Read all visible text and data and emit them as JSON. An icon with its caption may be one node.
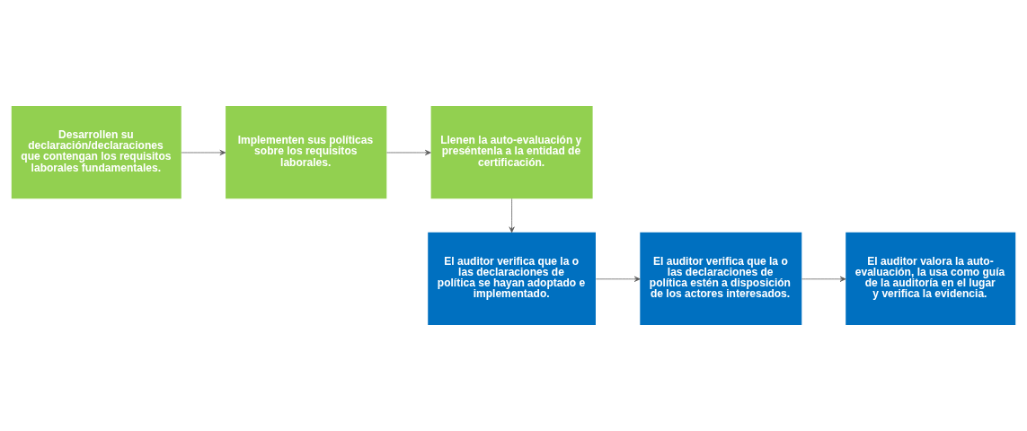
{
  "diagram": {
    "nodes": [
      {
        "text": [
          "Desarrollen su declaración/declaraciones que contengan los requisitos laborales fundamentales."
        ]
      },
      {
        "text": [
          "Implementen sus políticas sobre los requisitos laborales."
        ]
      },
      {
        "text": [
          "Llenen la auto-evaluación y preséntenla a la entidad de certificación."
        ]
      },
      {
        "text": [
          "El auditor verifica que la o las declaraciones de política se hayan adoptado e implementado."
        ]
      },
      {
        "text": [
          "El auditor verifica que la o las declaraciones de política estén a disposición de los actores interesados."
        ]
      },
      {
        "text": [
          "El auditor valora la auto-evaluación, la usa como guía de la auditoría en el lugar y verifica la evidencia."
        ]
      }
    ],
    "edges": [
      {
        "from": 0,
        "to": 1,
        "arrow": "to"
      },
      {
        "from": 1,
        "to": 2,
        "arrow": "to"
      },
      {
        "from": 2,
        "to": 3,
        "arrow": "to"
      },
      {
        "from": 3,
        "to": 4,
        "arrow": "to"
      },
      {
        "from": 4,
        "to": 5,
        "arrow": "to"
      }
    ]
  }
}
